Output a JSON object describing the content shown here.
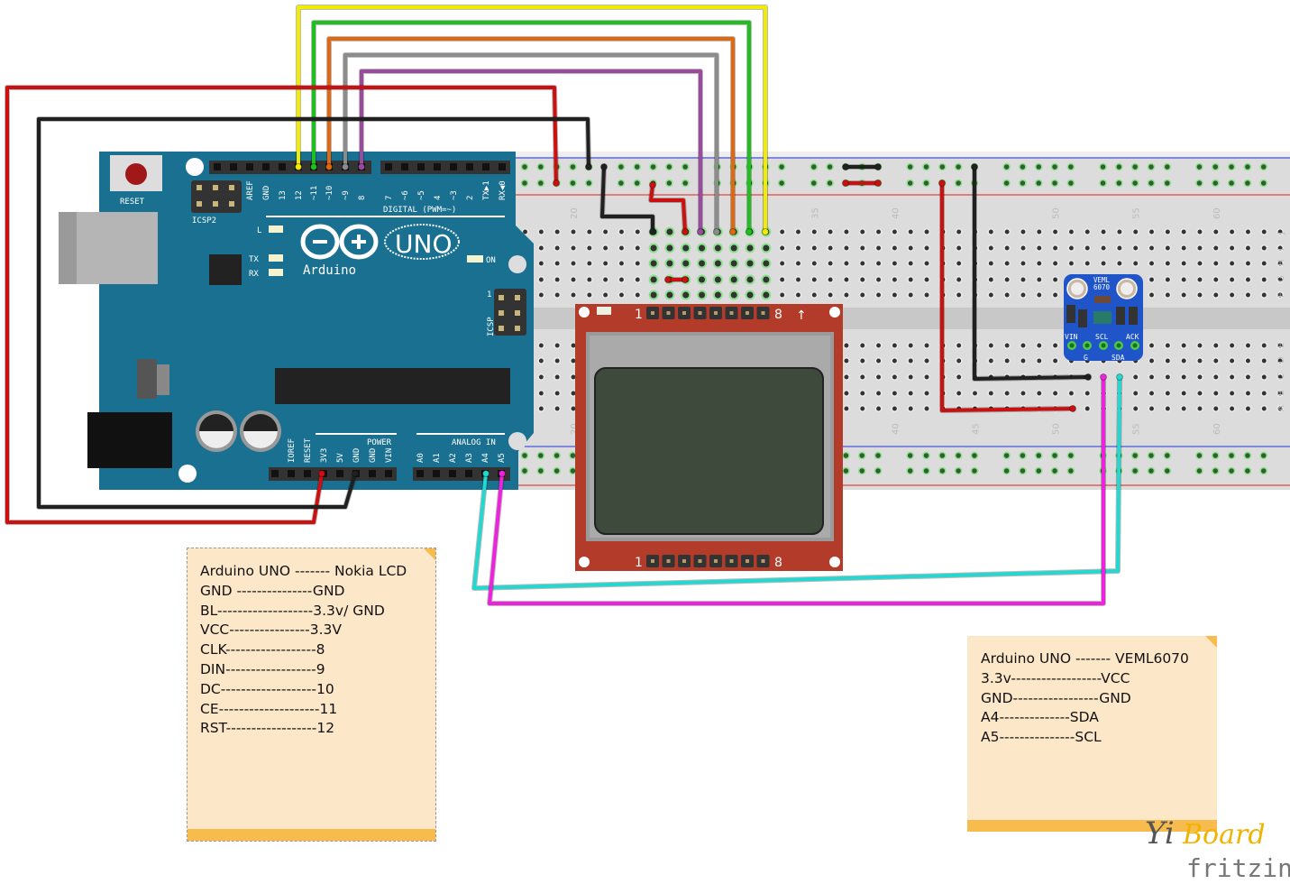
{
  "arduino": {
    "reset_label": "RESET",
    "icsp2_label": "ICSP2",
    "icsp_label": "ICSP",
    "icsp_pin1": "1",
    "led_l": "L",
    "led_tx": "TX",
    "led_rx": "RX",
    "led_on": "ON",
    "model": "UNO",
    "brand": "Arduino",
    "digital_label": "DIGITAL (PWM=~)",
    "power_label": "POWER",
    "analog_label": "ANALOG IN",
    "digital_pins": [
      "AREF",
      "GND",
      "13",
      "12",
      "~11",
      "~10",
      "~9",
      "8",
      "7",
      "~6",
      "~5",
      "4",
      "~3",
      "2",
      "TX▶1",
      "RX◀0"
    ],
    "power_pins": [
      "IOREF",
      "RESET",
      "3V3",
      "5V",
      "GND",
      "GND",
      "VIN"
    ],
    "analog_pins": [
      "A0",
      "A1",
      "A2",
      "A3",
      "A4",
      "A5"
    ],
    "color": "#1a7090"
  },
  "breadboard": {
    "top_numbers": [
      "20",
      "35",
      "40",
      "50",
      "55",
      "60"
    ],
    "bottom_numbers": [
      "20",
      "40",
      "45",
      "50",
      "55",
      "60"
    ],
    "row_letters_top": [
      "J",
      "I",
      "H",
      "G",
      "F"
    ],
    "row_letters_bottom": [
      "E",
      "D",
      "C",
      "B",
      "A"
    ]
  },
  "lcd": {
    "pin_first": "1",
    "pin_last": "8",
    "arrow": "↑",
    "board_color": "#b23b2a",
    "screen_color": "#3e4a3c"
  },
  "sensor": {
    "name_line1": "VEML",
    "name_line2": "6070",
    "pins_top": [
      "VIN",
      "SCL",
      "ACK"
    ],
    "pins_bottom": [
      "G",
      "SDA"
    ],
    "board_color": "#1f55c8"
  },
  "wires": {
    "yellow": "#f2ec00",
    "green": "#1fbf1f",
    "orange": "#e0680e",
    "gray": "#8c8c8c",
    "purple": "#9b4aa0",
    "red": "#cc1010",
    "black": "#202020",
    "cyan": "#22d8d0",
    "magenta": "#ee22dd"
  },
  "notes": [
    {
      "lines": [
        "Arduino UNO ------- Nokia LCD",
        "GND ---------------GND",
        "BL-------------------3.3v/ GND",
        "VCC----------------3.3V",
        "CLK------------------8",
        "DIN------------------9",
        "DC-------------------10",
        "CE--------------------11",
        "RST------------------12"
      ]
    },
    {
      "lines": [
        "Arduino UNO ------- VEML6070",
        "3.3v------------------VCC",
        "GND-----------------GND",
        "A4--------------SDA",
        "A5---------------SCL"
      ]
    }
  ],
  "watermark": {
    "logo_text": "YiBoard",
    "app_text": "fritzing"
  }
}
